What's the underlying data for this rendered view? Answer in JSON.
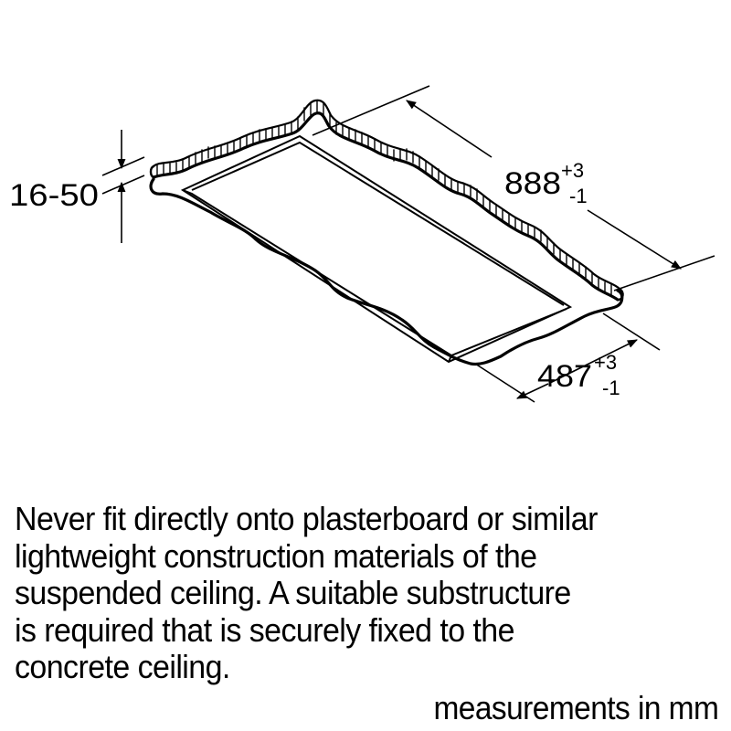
{
  "diagram": {
    "subject": "ceiling cut-out for recessed ceiling hood (suspended ceiling)",
    "dimensions": {
      "ceiling_thickness": {
        "label": "16-50"
      },
      "length": {
        "value": "888",
        "tol_plus": "+3",
        "tol_minus": "-1"
      },
      "width": {
        "value": "487",
        "tol_plus": "+3",
        "tol_minus": "-1"
      }
    },
    "colors": {
      "line": "#000000",
      "background": "#ffffff"
    }
  },
  "note": {
    "lines": [
      "Never fit directly onto plasterboard or similar",
      "lightweight construction materials of the",
      "suspended ceiling. A suitable substructure",
      "is required that is securely fixed to the",
      "concrete ceiling."
    ]
  },
  "units_caption": "measurements in mm"
}
